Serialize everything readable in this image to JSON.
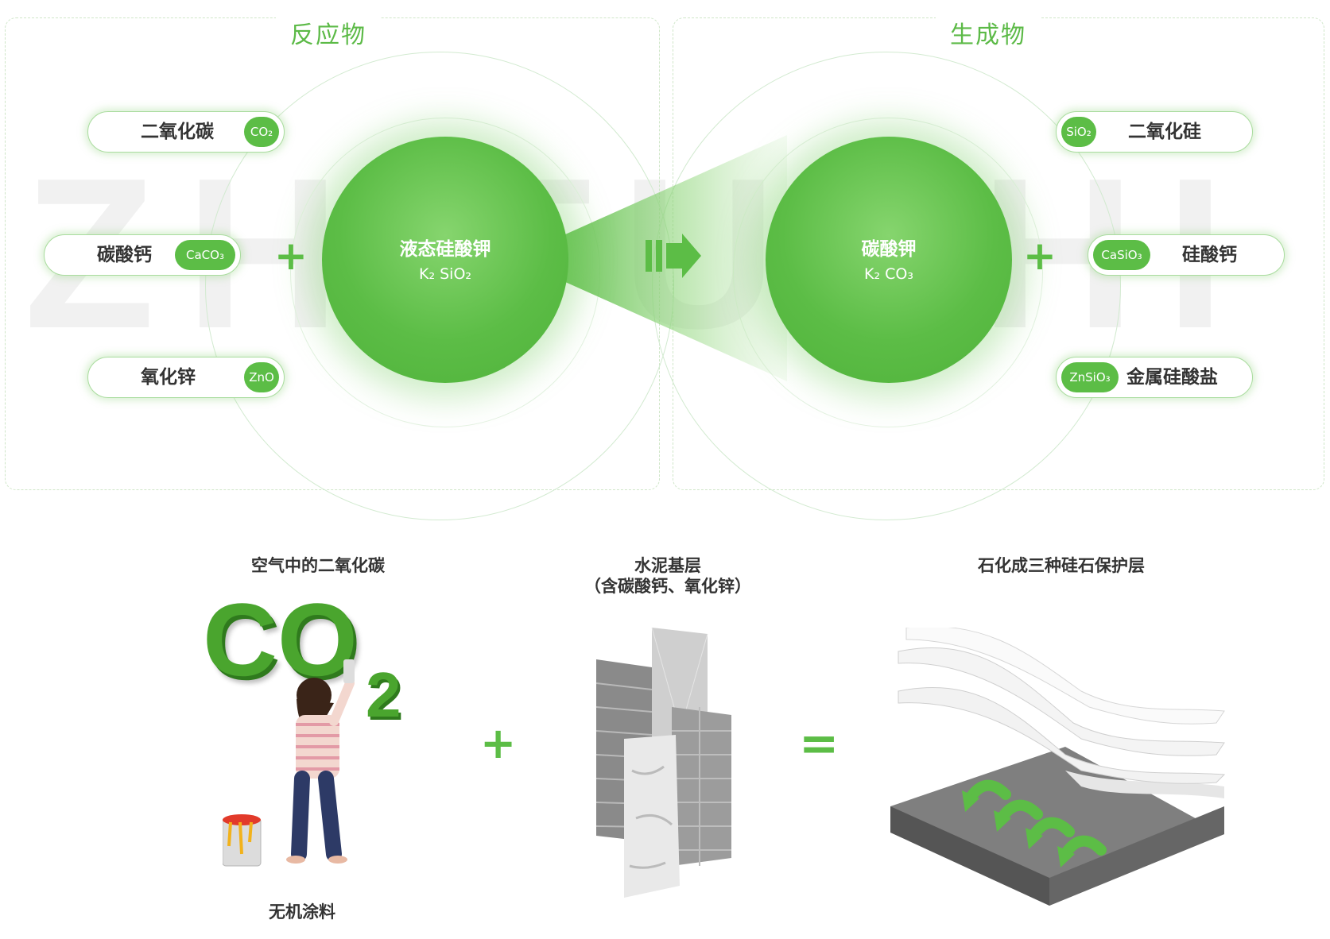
{
  "reactants": {
    "title": "反应物",
    "center": {
      "name": "液态硅酸钾",
      "formula": "K₂ SiO₂"
    },
    "items": [
      {
        "label": "二氧化碳",
        "formula": "CO₂"
      },
      {
        "label": "碳酸钙",
        "formula": "CaCO₃"
      },
      {
        "label": "氧化锌",
        "formula": "ZnO"
      }
    ]
  },
  "products": {
    "title": "生成物",
    "center": {
      "name": "碳酸钾",
      "formula": "K₂ CO₃"
    },
    "items": [
      {
        "label": "二氧化硅",
        "formula": "SiO₂"
      },
      {
        "label": "硅酸钙",
        "formula": "CaSiO₃"
      },
      {
        "label": "金属硅酸盐",
        "formula": "ZnSiO₃"
      }
    ]
  },
  "watermark": "ZHITUSHI",
  "symbols": {
    "plus": "+",
    "equals": "="
  },
  "process": {
    "step1": {
      "caption": "空气中的二氧化碳",
      "bottom_caption": "无机涂料",
      "image_text": "CO",
      "image_sub": "2"
    },
    "step2": {
      "caption_line1": "水泥基层",
      "caption_line2": "（含碳酸钙、氧化锌）"
    },
    "step3": {
      "caption": "石化成三种硅石保护层"
    }
  },
  "colors": {
    "accent": "#5cbd46",
    "accent_light": "#86d56e",
    "border": "#cfe6c8"
  }
}
